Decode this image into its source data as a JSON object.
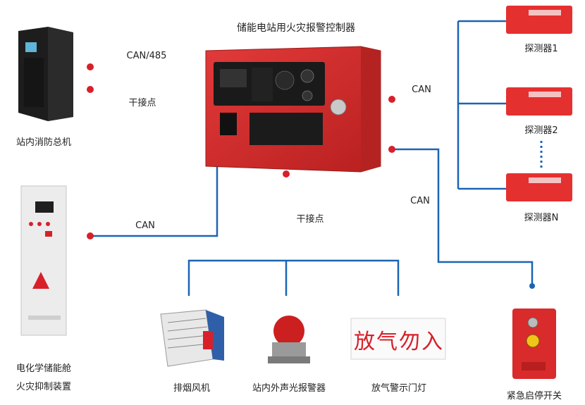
{
  "title": "储能电站用火灾报警控制器",
  "links": {
    "can485": "CAN/485",
    "dry_left": "干接点",
    "can_left": "CAN",
    "dry_bottom": "干接点",
    "can_right_top": "CAN",
    "can_right_mid": "CAN"
  },
  "devices": {
    "fire_host": "站内消防总机",
    "suppression_line1": "电化学储能舱",
    "suppression_line2": "火灾抑制装置",
    "detector1": "探测器1",
    "detector2": "探测器2",
    "detectorN": "探测器N",
    "fan": "排烟风机",
    "alarm": "站内外声光报警器",
    "gas_lamp": "放气警示门灯",
    "emergency": "紧急启停开关"
  },
  "gas_lamp_text": "放气勿入",
  "colors": {
    "wire_red": "#d8202a",
    "wire_blue": "#1b64b4",
    "panel_red": "#d92b2b"
  }
}
